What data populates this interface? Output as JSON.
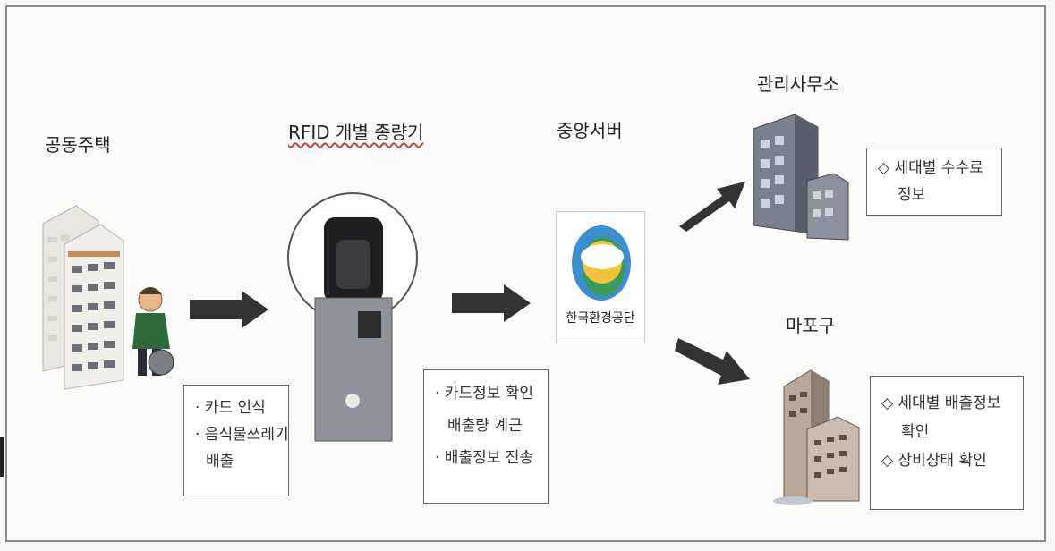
{
  "labels": {
    "apartment": "공동주택",
    "rfid": "RFID 개별 종량기",
    "server": "중앙서버",
    "office": "관리사무소",
    "district": "마포구"
  },
  "logo": {
    "text": "한국환경공단",
    "colors": {
      "outer": "#3a8fd0",
      "inner": "#3c9a57",
      "core": "#f2c43c"
    }
  },
  "boxes": {
    "apartment_box": [
      "· 카드 인식",
      "· 음식물쓰레기",
      "배출"
    ],
    "rfid_box": [
      "· 카드정보 확인",
      "배출량 계근",
      "· 배출정보 전송"
    ],
    "office_box": [
      "◇ 세대별 수수료",
      "정보"
    ],
    "district_box": [
      "◇ 세대별 배출정보",
      "확인",
      "◇ 장비상태 확인"
    ]
  },
  "colors": {
    "arrow": "#333333",
    "border": "#8a8a8a",
    "underline": "#c04040"
  }
}
